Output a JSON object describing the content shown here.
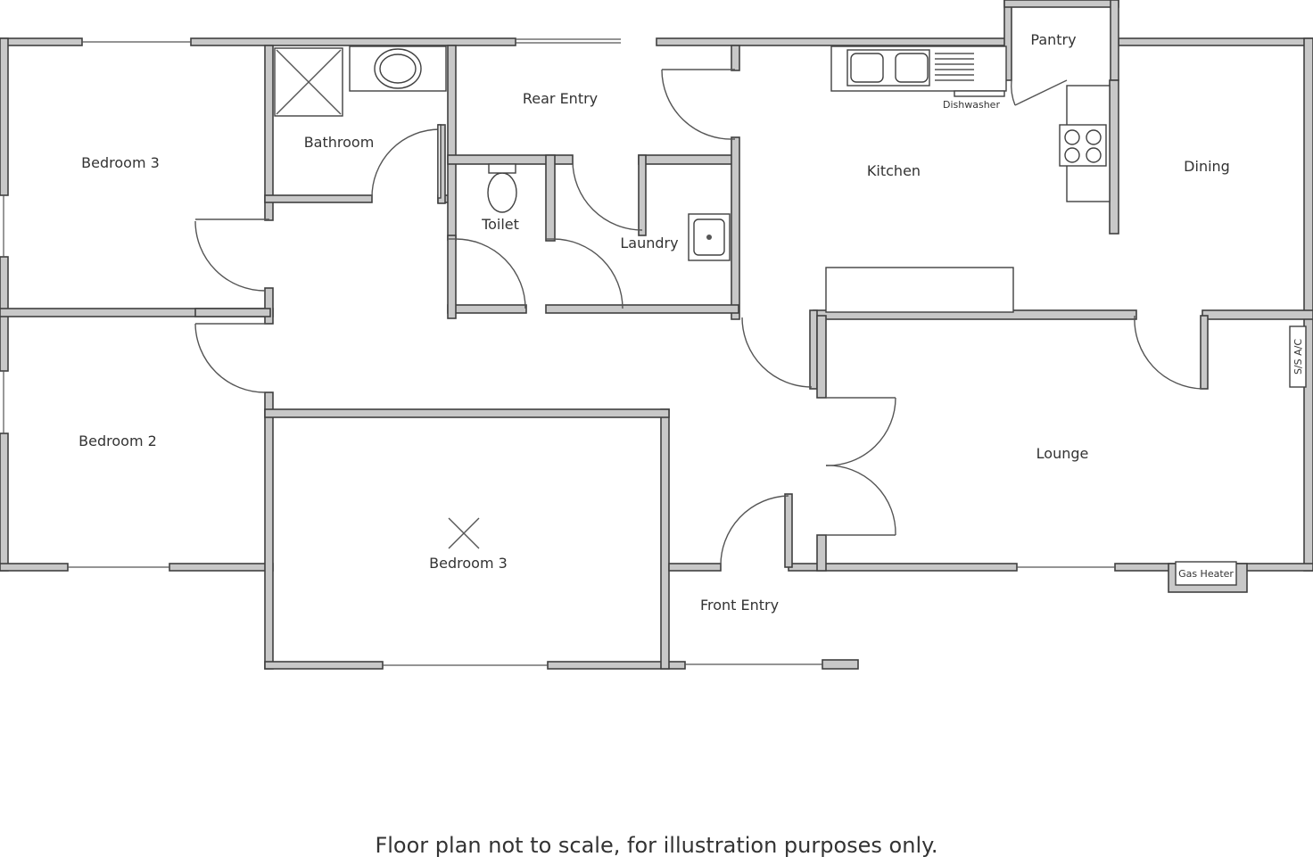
{
  "rooms": {
    "bedroom_3_top": "Bedroom 3",
    "bathroom": "Bathroom",
    "rear_entry": "Rear Entry",
    "toilet": "Toilet",
    "laundry": "Laundry",
    "kitchen": "Kitchen",
    "pantry": "Pantry",
    "dining": "Dining",
    "bedroom_2": "Bedroom 2",
    "bedroom_3_bottom": "Bedroom 3",
    "front_entry": "Front Entry",
    "lounge": "Lounge"
  },
  "fixtures": {
    "dishwasher": "Dishwasher",
    "gas_heater": "Gas Heater",
    "split_system_ac": "S/S A/C"
  },
  "disclaimer": "Floor plan not to scale, for illustration purposes only."
}
